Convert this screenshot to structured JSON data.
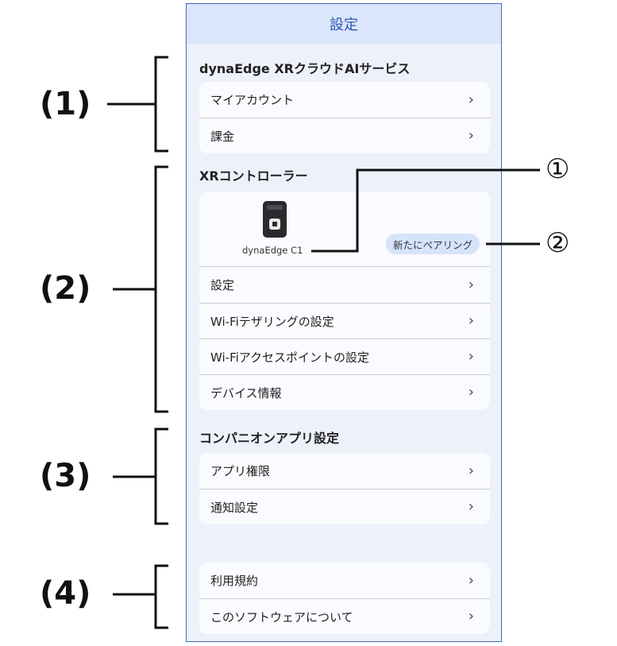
{
  "header": {
    "title": "設定"
  },
  "sections": {
    "cloud": {
      "title": "dynaEdge XRクラウドAIサービス",
      "items": [
        {
          "label": "マイアカウント"
        },
        {
          "label": "課金"
        }
      ]
    },
    "controller": {
      "title": "XRコントローラー",
      "device_name": "dynaEdge C1",
      "pair_label": "新たにペアリング",
      "items": [
        {
          "label": "設定"
        },
        {
          "label": "Wi-Fiテザリングの設定"
        },
        {
          "label": "Wi-Fiアクセスポイントの設定"
        },
        {
          "label": "デバイス情報"
        }
      ]
    },
    "companion": {
      "title": "コンパニオンアプリ設定",
      "items": [
        {
          "label": "アプリ権限"
        },
        {
          "label": "通知設定"
        }
      ]
    },
    "about": {
      "items": [
        {
          "label": "利用規約"
        },
        {
          "label": "このソフトウェアについて"
        }
      ]
    }
  },
  "chevron": "›",
  "annotations": {
    "group1": "(1)",
    "group2": "(2)",
    "group3": "(3)",
    "group4": "(4)",
    "callout1": "①",
    "callout2": "②"
  },
  "colors": {
    "accent": "#3f6bc4",
    "header_bg": "#dce6fb",
    "screen_bg": "#eef1fa",
    "pair_bg": "#d6e3fa"
  }
}
